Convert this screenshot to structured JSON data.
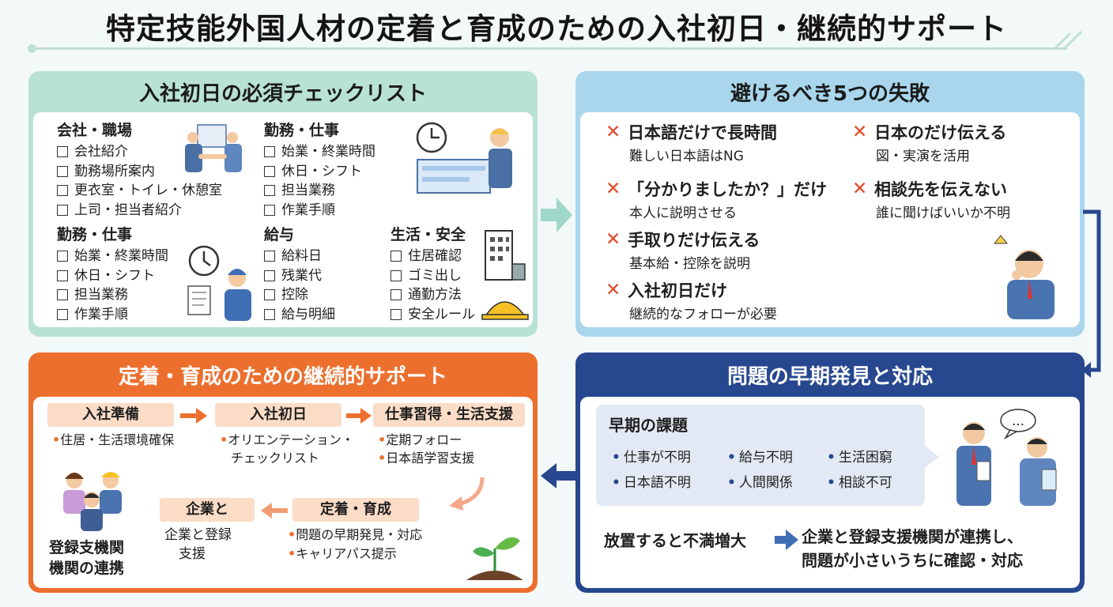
{
  "title": "特定技能外国人材の定着と育成のための入社初日・継続的サポート",
  "checklist": {
    "heading": "入社初日の必須チェックリスト",
    "groups": [
      {
        "title": "会社・職場",
        "items": [
          "会社紹介",
          "勤務場所案内",
          "更衣室・トイレ・休憩室",
          "上司・担当者紹介"
        ]
      },
      {
        "title": "勤務・仕事",
        "items": [
          "始業・終業時間",
          "休日・シフト",
          "担当業務",
          "作業手順"
        ]
      },
      {
        "title": "勤務・仕事",
        "items": [
          "始業・終業時間",
          "休日・シフト",
          "担当業務",
          "作業手順"
        ]
      },
      {
        "title": "給与",
        "items": [
          "給料日",
          "残業代",
          "控除",
          "給与明細"
        ]
      },
      {
        "title": "生活・安全",
        "items": [
          "住居確認",
          "ゴミ出し",
          "通勤方法",
          "安全ルール"
        ]
      }
    ]
  },
  "mistakes": {
    "heading": "避けるべき5つの失敗",
    "items": [
      {
        "title": "日本語だけで長時間",
        "sub": "難しい日本語はNG"
      },
      {
        "title": "「分かりましたか？」だけ",
        "sub": "本人に説明させる"
      },
      {
        "title": "手取りだけ伝える",
        "sub": "基本給・控除を説明"
      },
      {
        "title": "入社初日だけ",
        "sub": "継続的なフォローが必要"
      },
      {
        "title": "日本のだけ伝える",
        "sub": "図・実演を活用"
      },
      {
        "title": "相談先を伝えない",
        "sub": "誰に聞けばいいか不明"
      }
    ]
  },
  "support": {
    "heading": "定着・育成のための継続的サポート",
    "steps": [
      {
        "label": "入社準備",
        "notes": [
          "住居・生活環境確保"
        ]
      },
      {
        "label": "入社初日",
        "notes": [
          "オリエンテーション・",
          "チェックリスト"
        ]
      },
      {
        "label": "仕事習得・生活支援",
        "notes": [
          "定期フォロー",
          "日本語学習支援"
        ]
      },
      {
        "label": "定着・育成",
        "notes": [
          "問題の早期発見・対応",
          "キャリアパス提示"
        ]
      },
      {
        "label": "企業と",
        "notes": [
          "企業と登録",
          "支援"
        ]
      }
    ],
    "caption": [
      "登録支機関",
      "機関の連携"
    ]
  },
  "detect": {
    "heading": "問題の早期発見と対応",
    "card_title": "早期の課題",
    "issues": [
      "仕事が不明",
      "給与不明",
      "生活困窮",
      "日本語不明",
      "人間関係",
      "相談不可"
    ],
    "bubble": "…",
    "flow_left": "放置すると不満増大",
    "flow_right": [
      "企業と登録支援機関が連携し、",
      "問題が小さいうちに確認・対応"
    ]
  },
  "colors": {
    "teal": "#b9e2d6",
    "sky": "#a9d6ec",
    "orange": "#ec6f2e",
    "navy": "#27478f",
    "cross_red": "#e24a2c"
  }
}
